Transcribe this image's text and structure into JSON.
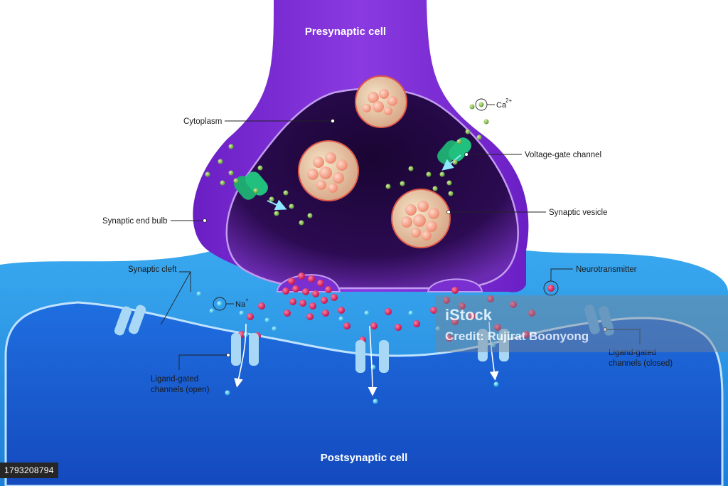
{
  "cells": {
    "presynaptic": "Presynaptic cell",
    "postsynaptic": "Postsynaptic cell"
  },
  "labels": {
    "cytoplasm": "Cytoplasm",
    "voltage_gate_channel": "Voltage-gate channel",
    "synaptic_end_bulb": "Synaptic end bulb",
    "synaptic_vesicle": "Synaptic vesicle",
    "synaptic_cleft": "Synaptic cleft",
    "neurotransmitter": "Neurotransmitter",
    "ligand_open_line1": "Ligand-gated",
    "ligand_open_line2": "channels (open)",
    "ligand_closed_line1": "Ligand-gated",
    "ligand_closed_line2": "channels (closed)"
  },
  "ions": {
    "calcium": "Ca",
    "calcium_charge": "2+",
    "sodium": "Na",
    "sodium_charge": "+"
  },
  "watermark": {
    "brand": "iStock",
    "credit": "Credit: Rujirat Boonyong"
  },
  "image_id": "1793208794",
  "colors": {
    "presynaptic": "#7a2fd0",
    "presynaptic_dark": "#2a0a45",
    "postsynaptic": "#1f8fe0",
    "postsynaptic_inner": "#1550c8",
    "calcium_ion": "#7ab842",
    "sodium_ion": "#2ec5f0",
    "neurotransmitter": "#e0245e",
    "channel_green": "#1faa72",
    "channel_blue": "#a8d8f5"
  }
}
